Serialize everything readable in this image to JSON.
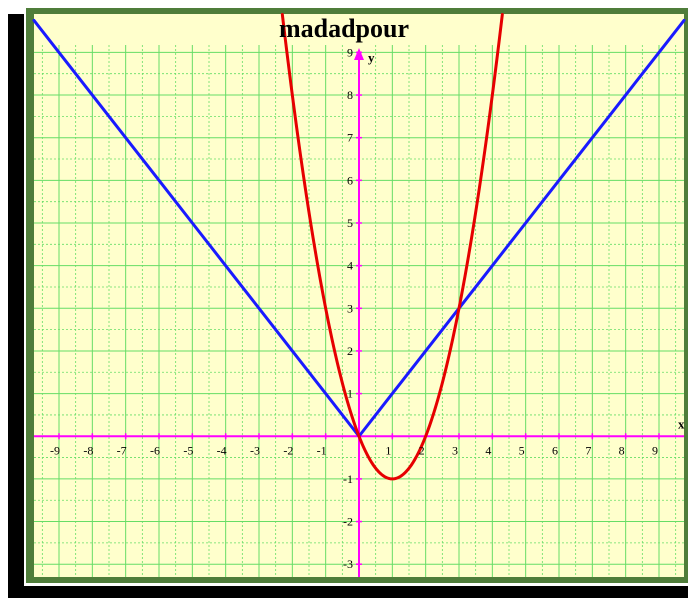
{
  "chart_data": {
    "type": "line",
    "title": "madadpour",
    "xlabel": "x",
    "ylabel": "y",
    "xlim": [
      -9.75,
      9.75
    ],
    "ylim": [
      -3.3,
      9.9
    ],
    "grid": true,
    "grid_minor_step": 0.5,
    "x_ticks": [
      -9,
      -8,
      -7,
      -6,
      -5,
      -4,
      -3,
      -2,
      -1,
      1,
      2,
      3,
      4,
      5,
      6,
      7,
      8,
      9
    ],
    "y_ticks": [
      -3,
      -2,
      -1,
      1,
      2,
      3,
      4,
      5,
      6,
      7,
      8,
      9
    ],
    "x_tick_labels": [
      "-9",
      "-8",
      "-7",
      "-6",
      "-5",
      "-4",
      "-3",
      "-2",
      "-1",
      "1",
      "2",
      "3",
      "4",
      "5",
      "6",
      "7",
      "8",
      "9"
    ],
    "y_tick_labels": [
      "-3",
      "-2",
      "-1",
      "1",
      "2",
      "3",
      "4",
      "5",
      "6",
      "7",
      "8",
      "9"
    ],
    "series": [
      {
        "color": "#1a1aff",
        "x": [
          -9.75,
          -9,
          -8,
          -7,
          -6,
          -5,
          -4,
          -3,
          -2,
          -1,
          0,
          1,
          2,
          3,
          4,
          5,
          6,
          7,
          8,
          9,
          9.75
        ],
        "y": [
          9.75,
          9,
          8,
          7,
          6,
          5,
          4,
          3,
          2,
          1,
          0,
          1,
          2,
          3,
          4,
          5,
          6,
          7,
          8,
          9,
          9.75
        ]
      },
      {
        "color": "#e60000",
        "x": [
          -2.3,
          -2,
          -1.5,
          -1,
          -0.5,
          0,
          0.5,
          1,
          1.5,
          2,
          2.5,
          3,
          3.5,
          4,
          4.3
        ],
        "y": [
          9.89,
          8,
          5.25,
          3,
          1.25,
          0,
          -0.75,
          -1,
          -0.75,
          0,
          1.25,
          3,
          5.25,
          8,
          9.89
        ]
      }
    ],
    "colors": {
      "plot_background": "#ffffcc",
      "frame": "#4f7d3a",
      "grid": "#66dd66",
      "axes": "#ff00ff"
    }
  }
}
